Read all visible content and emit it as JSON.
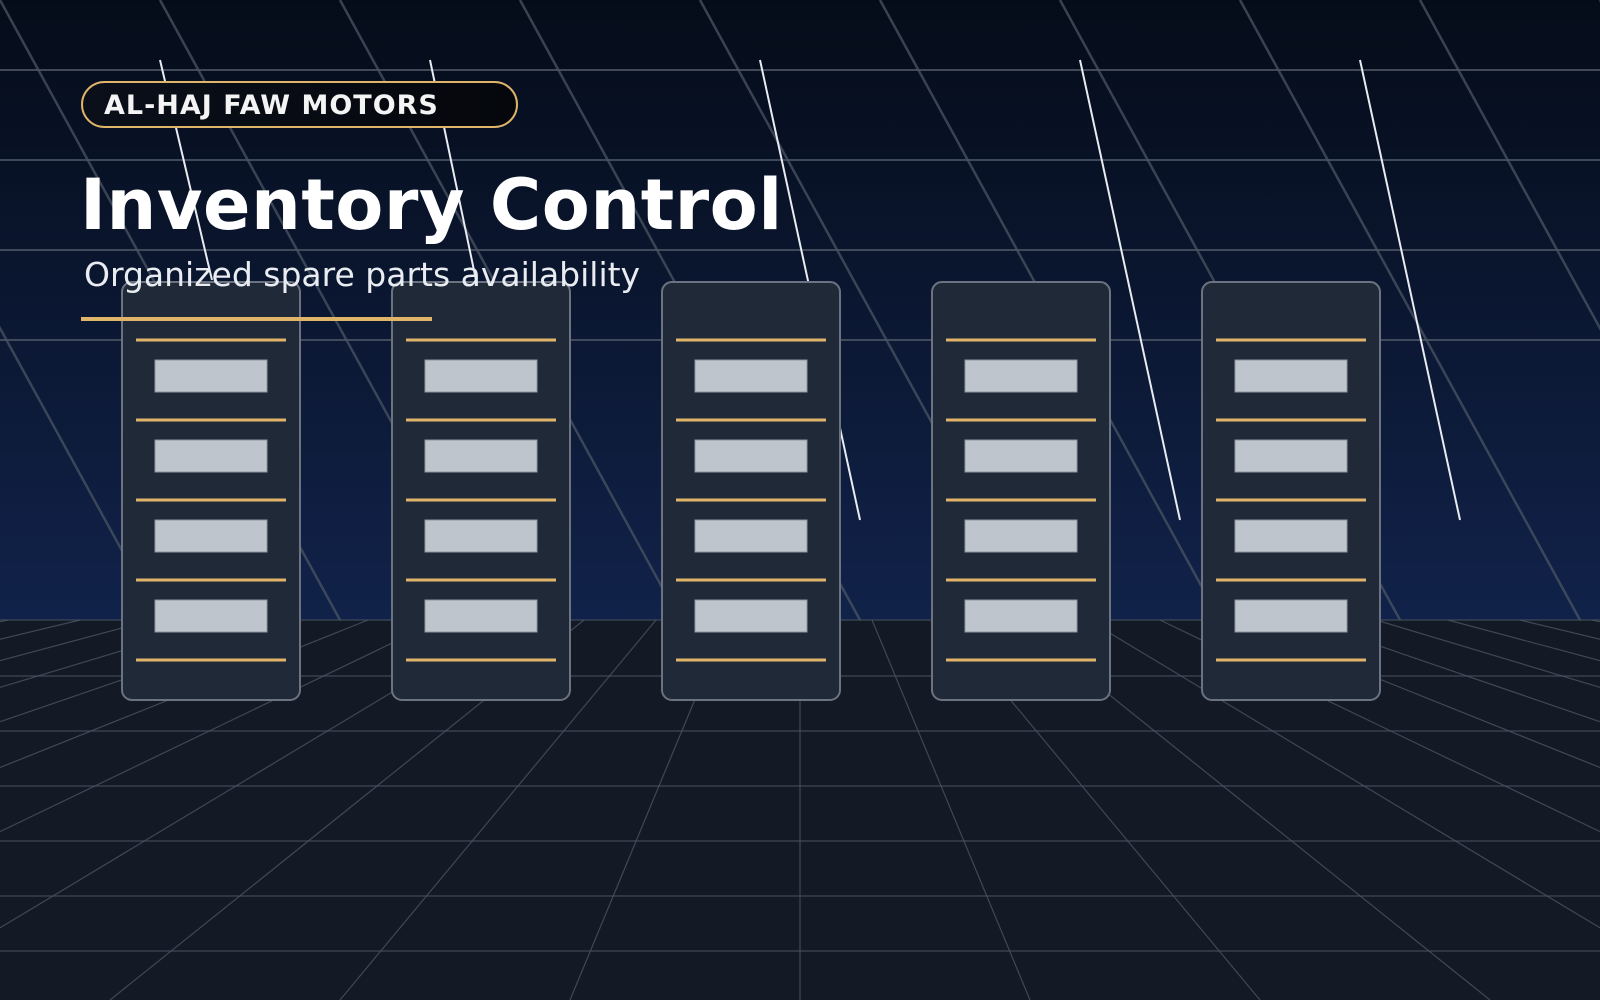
{
  "brand": {
    "name": "AL-HAJ FAW MOTORS"
  },
  "hero": {
    "title": "Inventory Control",
    "subtitle": "Organized spare parts availability"
  },
  "scene": {
    "rack_count": 5,
    "shelves_per_rack": 5,
    "parts_per_rack": 4,
    "hanging_line_count": 5
  },
  "colors": {
    "sky_top": "#050c19",
    "sky_bottom": "#11224a",
    "floor": "#131a26",
    "grid_line": "#4a5463",
    "rack_fill": "#1f2938",
    "rack_border": "#6b7380",
    "shelf_accent": "#e0b56a",
    "part_fill": "#bec5cc",
    "line_white": "#e8ecf0"
  }
}
